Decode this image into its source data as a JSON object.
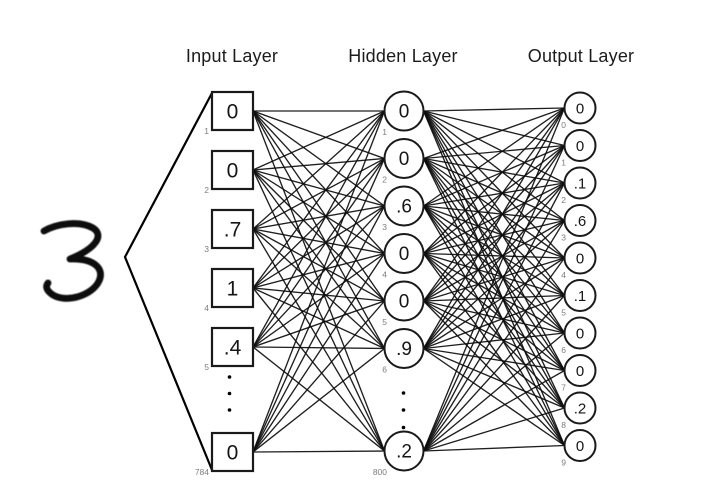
{
  "figure": {
    "type": "neural-network-diagram",
    "handwritten_digit": "3"
  },
  "layers": {
    "input": {
      "title": "Input Layer",
      "node_shape": "square",
      "ellipsis_after": 4,
      "nodes": [
        {
          "value": "0",
          "index": "1"
        },
        {
          "value": "0",
          "index": "2"
        },
        {
          "value": ".7",
          "index": "3"
        },
        {
          "value": "1",
          "index": "4"
        },
        {
          "value": ".4",
          "index": "5"
        },
        {
          "value": "0",
          "index": "784"
        }
      ]
    },
    "hidden": {
      "title": "Hidden Layer",
      "node_shape": "circle",
      "ellipsis_after": 5,
      "nodes": [
        {
          "value": "0",
          "index": "1"
        },
        {
          "value": "0",
          "index": "2"
        },
        {
          "value": ".6",
          "index": "3"
        },
        {
          "value": "0",
          "index": "4"
        },
        {
          "value": "0",
          "index": "5"
        },
        {
          "value": ".9",
          "index": "6"
        },
        {
          "value": ".2",
          "index": "800"
        }
      ]
    },
    "output": {
      "title": "Output Layer",
      "node_shape": "circle",
      "nodes": [
        {
          "value": "0",
          "index": "0"
        },
        {
          "value": "0",
          "index": "1"
        },
        {
          "value": ".1",
          "index": "2"
        },
        {
          "value": ".6",
          "index": "3"
        },
        {
          "value": "0",
          "index": "4"
        },
        {
          "value": ".1",
          "index": "5"
        },
        {
          "value": "0",
          "index": "6"
        },
        {
          "value": "0",
          "index": "7"
        },
        {
          "value": ".2",
          "index": "8"
        },
        {
          "value": "0",
          "index": "9"
        }
      ]
    }
  },
  "colors": {
    "ink": "#000000",
    "edge": "#0d0d0d",
    "node_stroke": "#1a1a1a",
    "node_fill": "#ffffff",
    "index_label": "#7d7d7d",
    "background": "#ffffff"
  }
}
